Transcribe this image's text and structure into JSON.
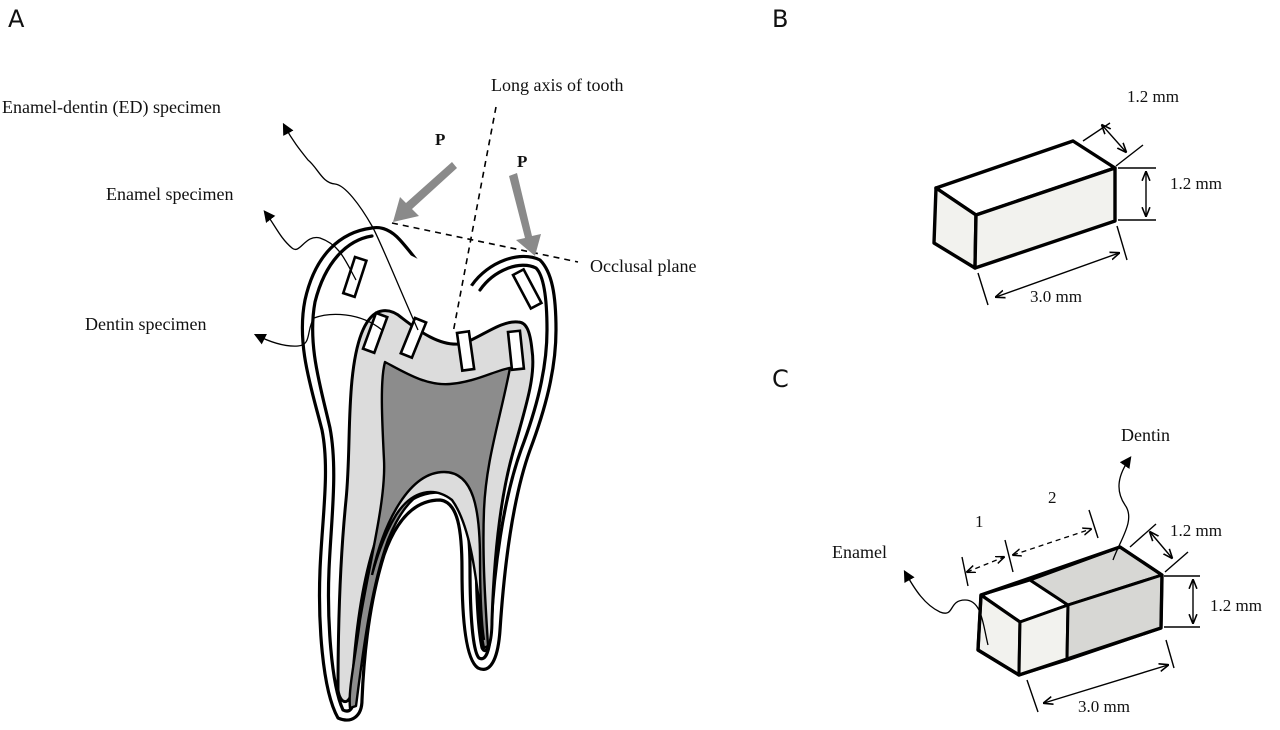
{
  "figure": {
    "panels": {
      "A": {
        "label": "A",
        "annotations": {
          "ed_specimen": "Enamel-dentin (ED) specimen",
          "enamel_specimen": "Enamel specimen",
          "dentin_specimen": "Dentin specimen",
          "long_axis": "Long axis of tooth",
          "occlusal_plane": "Occlusal plane",
          "load_left": "P",
          "load_right": "P"
        }
      },
      "B": {
        "label": "B",
        "dimensions": {
          "depth": "1.2 mm",
          "height": "1.2 mm",
          "length": "3.0 mm"
        }
      },
      "C": {
        "label": "C",
        "annotations": {
          "enamel": "Enamel",
          "dentin": "Dentin",
          "segment_1": "1",
          "segment_2": "2"
        },
        "dimensions": {
          "depth": "1.2 mm",
          "height": "1.2 mm",
          "length": "3.0 mm"
        }
      }
    },
    "colors": {
      "enamel_fill": "#ffffff",
      "dentin_fill": "#dcdcdc",
      "pulp_fill": "#8c8c8c",
      "arrow_fill": "#8a8a8a",
      "specimen_light": "#f2f2ee",
      "specimen_dentin": "#d7d7d4"
    }
  }
}
